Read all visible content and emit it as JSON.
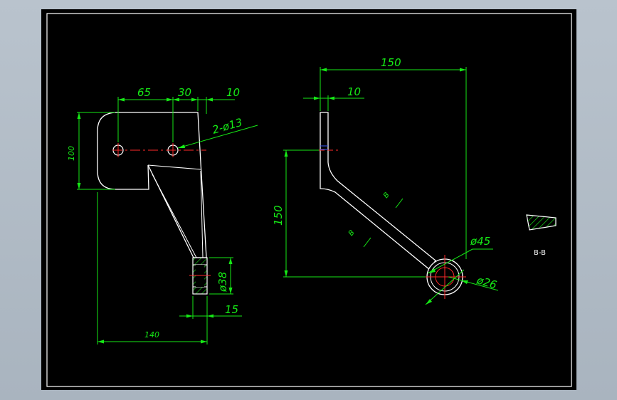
{
  "colors": {
    "page_bg": "#b0bac5",
    "paper": "#000000",
    "border": "#ffffff",
    "geometry": "#ffffff",
    "dimension": "#16e916",
    "center": "#ff2a2a",
    "accent_blue": "#3a5bff"
  },
  "left_view": {
    "dims": {
      "top_a": "65",
      "top_b": "30",
      "top_c": "10",
      "holes": "2-ø13",
      "height": "100",
      "dia_boss": "ø38",
      "boss_width": "15",
      "total_width": "140"
    }
  },
  "right_view": {
    "dims": {
      "width": "150",
      "thickness": "10",
      "height": "150",
      "outer_dia": "ø45",
      "inner_dia": "ø26",
      "section_mark_1": "B",
      "section_mark_2": "B"
    }
  },
  "section": {
    "label": "B-B"
  }
}
